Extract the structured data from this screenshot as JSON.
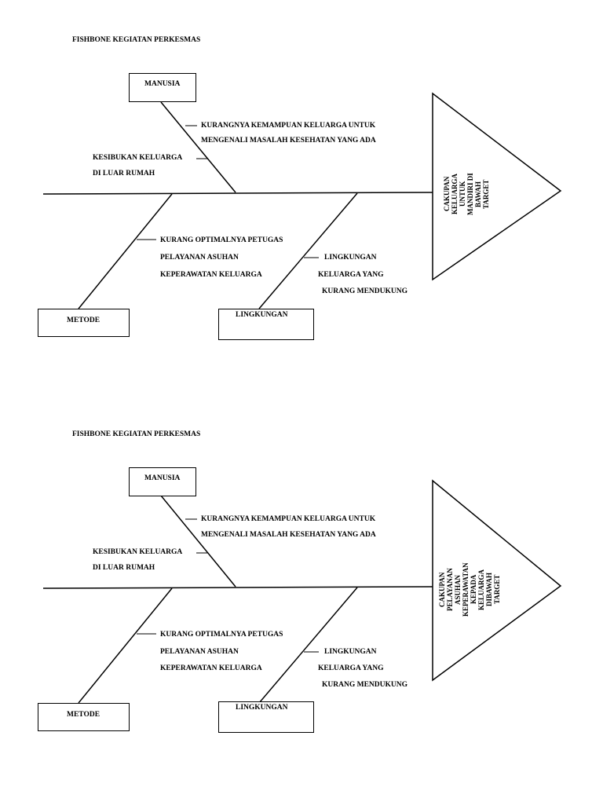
{
  "colors": {
    "ink": "#000000",
    "paper": "#ffffff"
  },
  "diagrams": [
    {
      "title": "FISHBONE KEGIATAN PERKESMAS",
      "categories": {
        "manusia": "MANUSIA",
        "metode": "METODE",
        "lingkungan": "LINGKUNGAN"
      },
      "causes": {
        "manusia_1_line1": "KURANGNYA KEMAMPUAN KELUARGA UNTUK",
        "manusia_1_line2": "MENGENALI MASALAH KESEHATAN YANG ADA",
        "manusia_2_line1": "KESIBUKAN KELUARGA",
        "manusia_2_line2": "DI LUAR RUMAH",
        "metode_1_line1": "KURANG OPTIMALNYA PETUGAS",
        "metode_1_line2": "PELAYANAN ASUHAN",
        "metode_1_line3": "KEPERAWATAN  KELUARGA",
        "lingkungan_1_line1": "LINGKUNGAN",
        "lingkungan_1_line2": "KELUARGA YANG",
        "lingkungan_1_line3": "KURANG MENDUKUNG"
      },
      "effect": "CAKUPAN\nKELUARGA\nUNTUK\nMANDIRI DI\nBAWAH\nTARGET"
    },
    {
      "title": "FISHBONE KEGIATAN PERKESMAS",
      "categories": {
        "manusia": "MANUSIA",
        "metode": "METODE",
        "lingkungan": "LINGKUNGAN"
      },
      "causes": {
        "manusia_1_line1": "KURANGNYA KEMAMPUAN KELUARGA UNTUK",
        "manusia_1_line2": "MENGENALI MASALAH KESEHATAN YANG ADA",
        "manusia_2_line1": "KESIBUKAN KELUARGA",
        "manusia_2_line2": "DI LUAR RUMAH",
        "metode_1_line1": "KURANG OPTIMALNYA PETUGAS",
        "metode_1_line2": "PELAYANAN ASUHAN",
        "metode_1_line3": "KEPERAWATAN  KELUARGA",
        "lingkungan_1_line1": "LINGKUNGAN",
        "lingkungan_1_line2": "KELUARGA YANG",
        "lingkungan_1_line3": "KURANG MENDUKUNG"
      },
      "effect": "CAKUPAN\nPELAYANAN\nASUHAN\nKEPERAWATAN\nKEPADA\nKELUARGA\nDIBAWAH\nTARGET"
    }
  ]
}
